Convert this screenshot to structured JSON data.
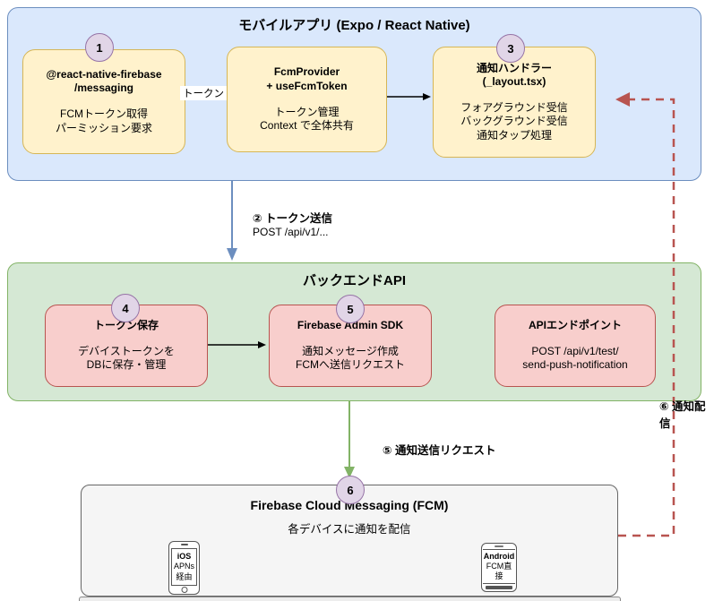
{
  "mobile": {
    "title": "モバイルアプリ (Expo / React Native)",
    "box1": {
      "badge": "1",
      "t1": "@react-native-firebase",
      "t2": "/messaging",
      "b1": "FCMトークン取得",
      "b2": "パーミッション要求"
    },
    "box2": {
      "t1": "FcmProvider",
      "t2": "+ useFcmToken",
      "b1": "トークン管理",
      "b2": "Context で全体共有"
    },
    "box3": {
      "badge": "3",
      "t1": "通知ハンドラー",
      "t2": "(_layout.tsx)",
      "b1": "フォアグラウンド受信",
      "b2": "バックグラウンド受信",
      "b3": "通知タップ処理"
    },
    "token_label": "トークン"
  },
  "flow2": {
    "title": "② トークン送信",
    "subtitle": "POST /api/v1/..."
  },
  "backend": {
    "title": "バックエンドAPI",
    "box4": {
      "badge": "4",
      "t1": "トークン保存",
      "b1": "デバイストークンを",
      "b2": "DBに保存・管理"
    },
    "box5": {
      "badge": "5",
      "t1": "Firebase Admin SDK",
      "b1": "通知メッセージ作成",
      "b2": "FCMへ送信リクエスト"
    },
    "box6": {
      "t1": "APIエンドポイント",
      "b1": "POST /api/v1/test/",
      "b2": "send-push-notification"
    }
  },
  "flow5": {
    "title": "⑤ 通知送信リクエスト"
  },
  "flow6": {
    "title": "⑥ 通知配信"
  },
  "fcm": {
    "badge": "6",
    "title": "Firebase Cloud Messaging (FCM)",
    "subtitle": "各デバイスに通知を配信",
    "ios": {
      "l1": "iOS",
      "l2": "APNs",
      "l3": "経由"
    },
    "android": {
      "l1": "Android",
      "l2": "FCM直",
      "l3": "接"
    }
  },
  "colors": {
    "mobile_fill": "#dae8fc",
    "mobile_stroke": "#6c8ebf",
    "node_yellow_fill": "#fff2cc",
    "node_yellow_stroke": "#d6b656",
    "backend_fill": "#d5e8d4",
    "backend_stroke": "#82b366",
    "node_pink_fill": "#f8cecc",
    "node_pink_stroke": "#b85450",
    "badge_fill": "#e1d5e7",
    "badge_stroke": "#9673a6",
    "fcm_fill": "#f5f5f5",
    "fcm_stroke": "#666666",
    "dashed_arrow": "#b85450",
    "blue_arrow": "#6c8ebf",
    "green_arrow": "#82b366"
  }
}
